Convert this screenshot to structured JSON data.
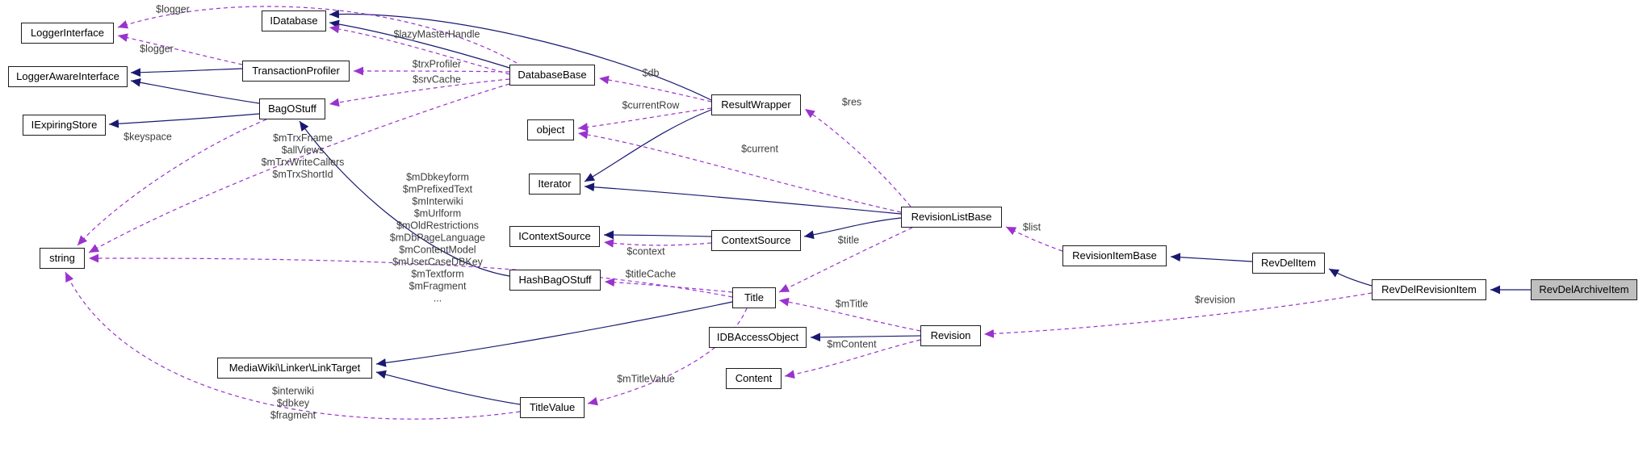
{
  "diagram": {
    "type": "uml-collaboration-graph",
    "colors": {
      "inheritance_edge": "#191970",
      "usage_edge": "#9A32CD",
      "node_fill": "#FFFFFF",
      "node_border": "#1C1C1C",
      "highlight_fill": "#BFBFBF"
    },
    "nodes": [
      {
        "id": "LoggerInterface",
        "label": "LoggerInterface"
      },
      {
        "id": "LoggerAwareInterface",
        "label": "LoggerAwareInterface"
      },
      {
        "id": "IExpiringStore",
        "label": "IExpiringStore"
      },
      {
        "id": "string",
        "label": "string"
      },
      {
        "id": "TransactionProfiler",
        "label": "TransactionProfiler"
      },
      {
        "id": "BagOStuff",
        "label": "BagOStuff"
      },
      {
        "id": "IDatabase",
        "label": "IDatabase"
      },
      {
        "id": "DatabaseBase",
        "label": "DatabaseBase"
      },
      {
        "id": "object",
        "label": "object"
      },
      {
        "id": "Iterator",
        "label": "Iterator"
      },
      {
        "id": "IContextSource",
        "label": "IContextSource"
      },
      {
        "id": "HashBagOStuff",
        "label": "HashBagOStuff"
      },
      {
        "id": "ResultWrapper",
        "label": "ResultWrapper"
      },
      {
        "id": "ContextSource",
        "label": "ContextSource"
      },
      {
        "id": "Title",
        "label": "Title"
      },
      {
        "id": "IDBAccessObject",
        "label": "IDBAccessObject"
      },
      {
        "id": "Content",
        "label": "Content"
      },
      {
        "id": "RevisionListBase",
        "label": "RevisionListBase"
      },
      {
        "id": "Revision",
        "label": "Revision"
      },
      {
        "id": "RevisionItemBase",
        "label": "RevisionItemBase"
      },
      {
        "id": "RevDelItem",
        "label": "RevDelItem"
      },
      {
        "id": "RevDelRevisionItem",
        "label": "RevDelRevisionItem"
      },
      {
        "id": "RevDelArchiveItem",
        "label": "RevDelArchiveItem"
      },
      {
        "id": "LinkTarget",
        "label": "MediaWiki\\Linker\\LinkTarget"
      },
      {
        "id": "TitleValue",
        "label": "TitleValue"
      }
    ],
    "edge_labels": {
      "logger_db": "$logger",
      "logger_txp": "$logger",
      "lazy_master": "$lazyMasterHandle",
      "trx_profiler": "$trxProfiler",
      "srv_cache": "$srvCache",
      "keyspace": "$keyspace",
      "db_string_fields": "$mTrxFname\n$allViews\n$mTrxWriteCallers\n$mTrxShortId",
      "title_string_fields": "$mDbkeyform\n$mPrefixedText\n$mInterwiki\n$mUrlform\n$mOldRestrictions\n$mDbPageLanguage\n$mContentModel\n$mUserCaseDBKey\n$mTextform\n$mFragment\n...",
      "db": "$db",
      "current_row": "$currentRow",
      "res": "$res",
      "current": "$current",
      "context": "$context",
      "title_cache": "$titleCache",
      "title": "$title",
      "m_title": "$mTitle",
      "m_content": "$mContent",
      "list": "$list",
      "revision": "$revision",
      "m_title_value": "$mTitleValue",
      "titlevalue_string_fields": "$interwiki\n$dbkey\n$fragment"
    }
  }
}
